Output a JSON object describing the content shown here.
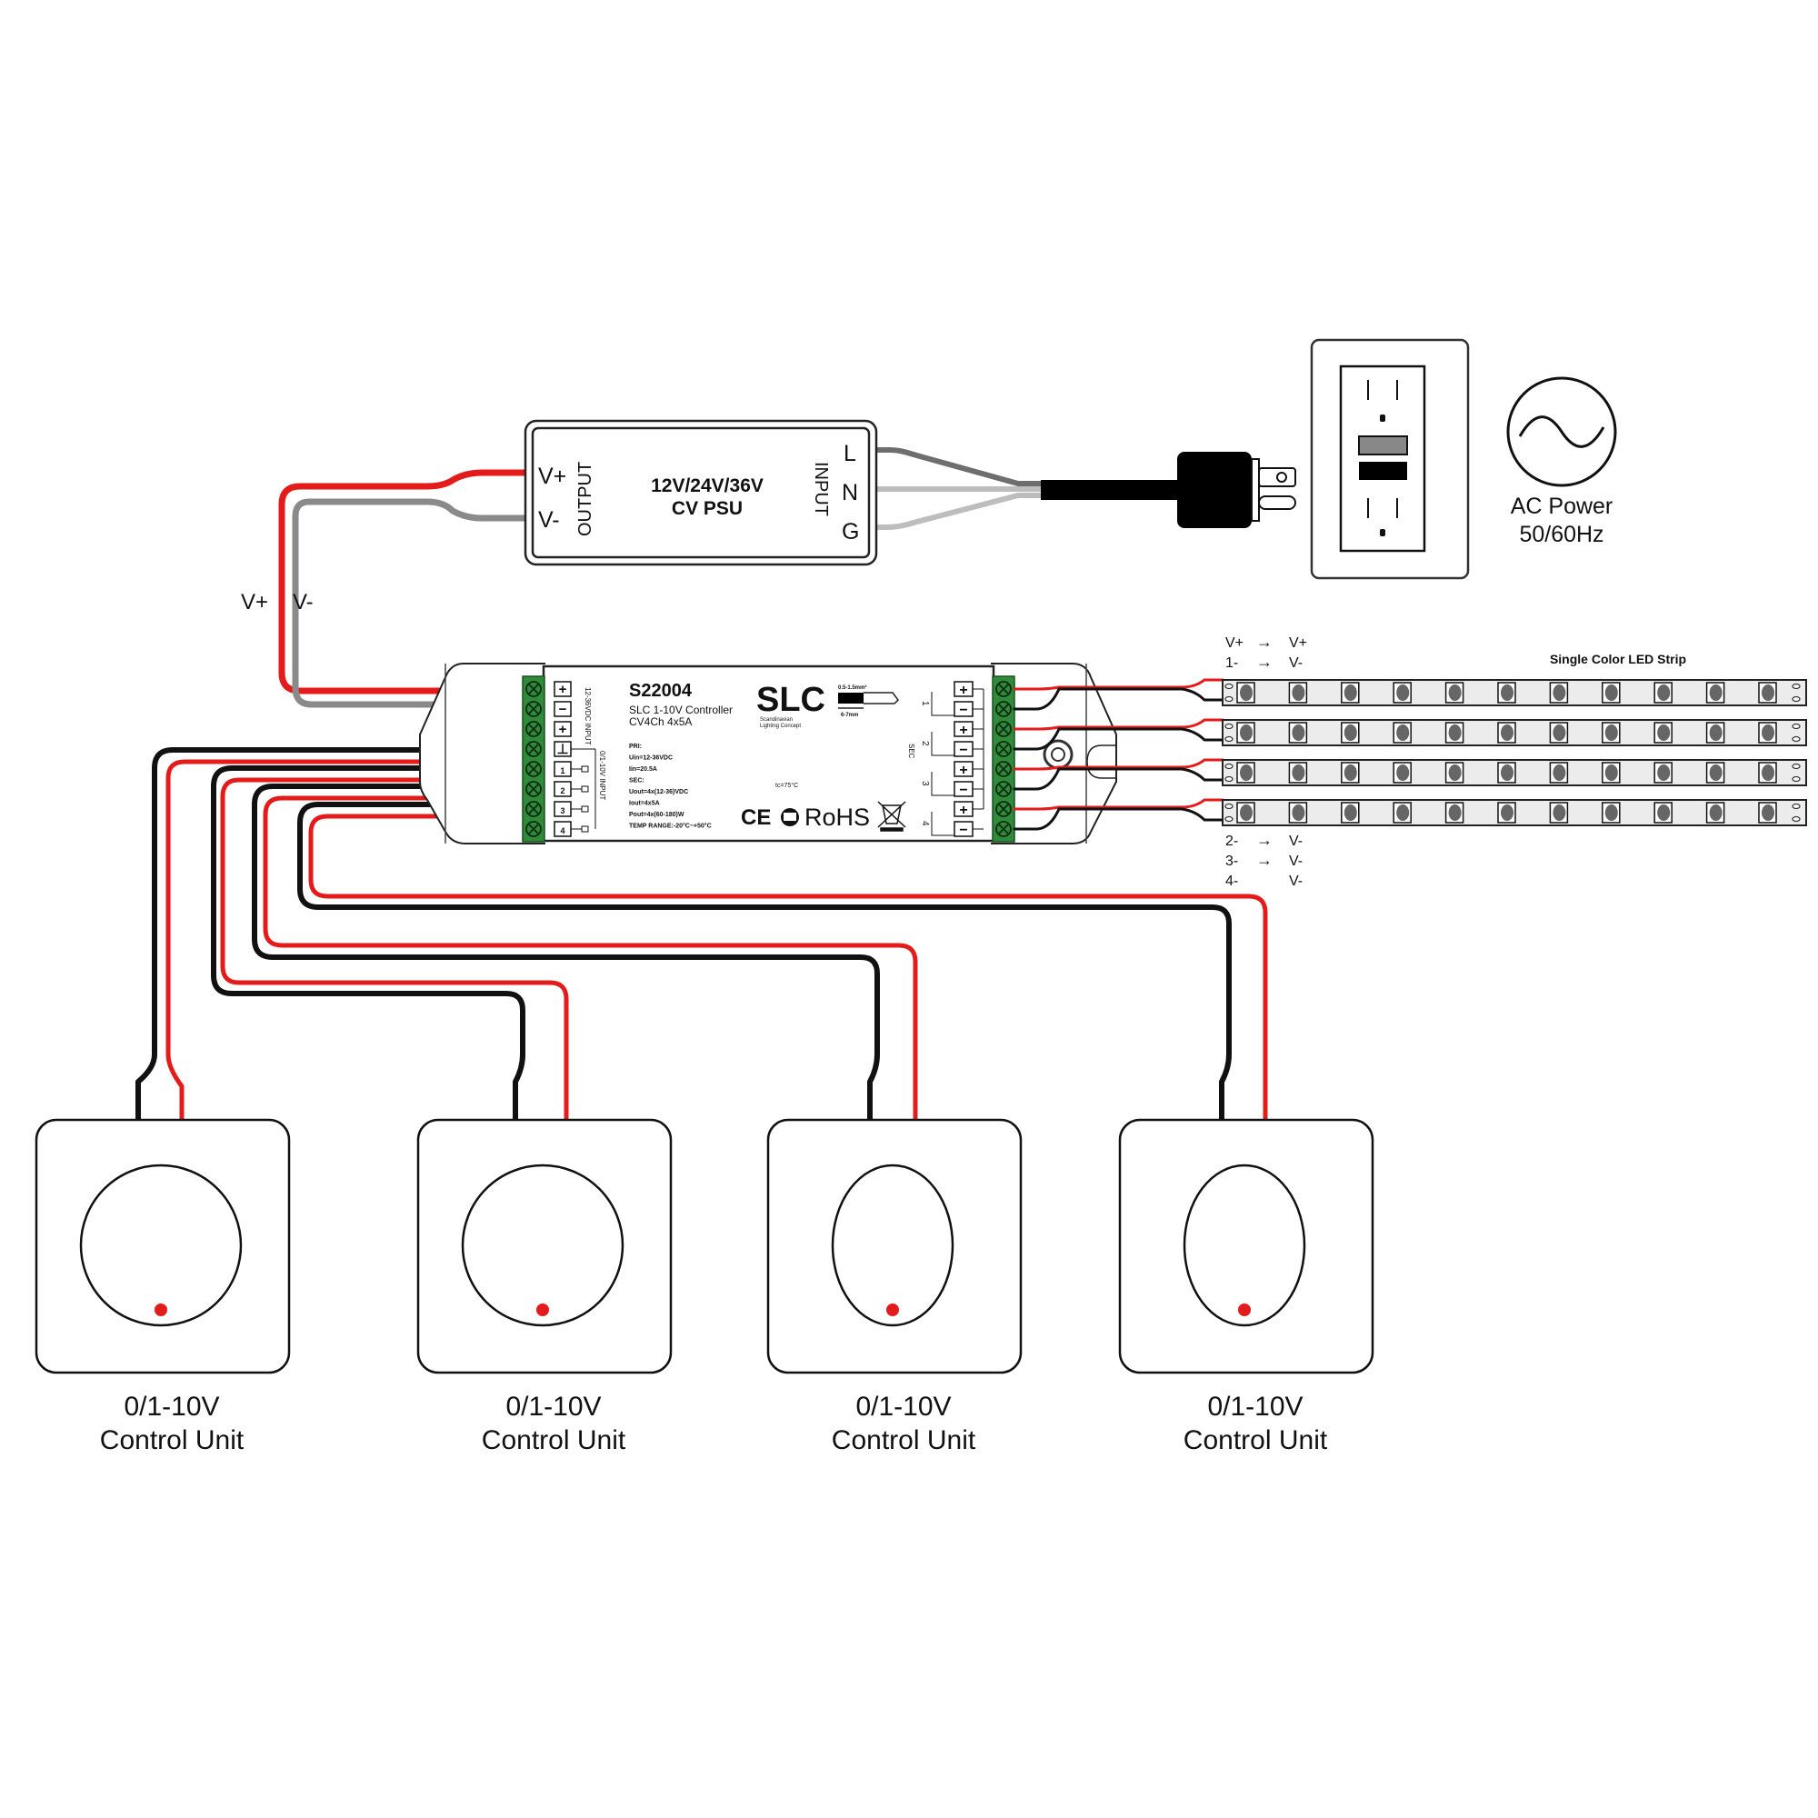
{
  "colors": {
    "wire_red": "#e31b1b",
    "wire_black": "#111111",
    "wire_grey": "#8a8a8a",
    "wire_light_grey": "#bdbdbd",
    "wire_dark_grey": "#6e6e6e",
    "terminal_green": "#2f8a3a",
    "strip_fill": "#ececec",
    "knob_dot": "#e31b1b"
  },
  "psu": {
    "title_line1": "12V/24V/36V",
    "title_line2": "CV PSU",
    "output_label": "OUTPUT",
    "input_label": "INPUT",
    "vplus": "V+",
    "vminus": "V-",
    "l": "L",
    "n": "N",
    "g": "G"
  },
  "supply_wire_labels": {
    "vplus": "V+",
    "vminus": "V-"
  },
  "ac_power": {
    "line1": "AC Power",
    "line2": "50/60Hz",
    "icon": "ac-sine-icon"
  },
  "controller": {
    "model": "S22004",
    "desc_line1": "SLC 1-10V Controller",
    "desc_line2": "CV4Ch 4x5A",
    "brand": "SLC",
    "brand_sub1": "Scandinavian",
    "brand_sub2": "Lighting Concept",
    "input_label": "12-36VDC INPUT",
    "dim_input_label": "0/1-10V INPUT",
    "sec_label": "SEC",
    "wire_spec": "0.5-1.5mm²",
    "strip_length": "6-7mm",
    "tc": "tc=75°C",
    "specs": [
      "PRI:",
      "Uin=12-36VDC",
      "Iin=20.5A",
      "SEC:",
      "Uout=4x(12-36)VDC",
      "Iout=4x5A",
      "Pout=4x(60-180)W",
      "TEMP RANGE:-20°C~+50°C"
    ],
    "cert_ce": "CE",
    "cert_rohs": "RoHS",
    "left_terminals": [
      "+",
      "−",
      "+",
      "⊥",
      "1",
      "2",
      "3",
      "4"
    ],
    "right_channels": [
      "1",
      "2",
      "3",
      "4"
    ]
  },
  "led_strip": {
    "title": "Single Color LED Strip",
    "count": 4,
    "leds_per_strip": 11,
    "mapping_top": [
      {
        "from": "V+",
        "arrow": "→",
        "to": "V+"
      },
      {
        "from": "1-",
        "arrow": "→",
        "to": "V-"
      }
    ],
    "mapping_bottom": [
      {
        "from": "2-",
        "arrow": "→",
        "to": "V-"
      },
      {
        "from": "3-",
        "arrow": "→",
        "to": "V-"
      },
      {
        "from": "4-",
        "arrow": "",
        "to": "V-"
      }
    ]
  },
  "control_units": [
    {
      "line1": "0/1-10V",
      "line2": "Control Unit"
    },
    {
      "line1": "0/1-10V",
      "line2": "Control Unit"
    },
    {
      "line1": "0/1-10V",
      "line2": "Control Unit"
    },
    {
      "line1": "0/1-10V",
      "line2": "Control Unit"
    }
  ]
}
